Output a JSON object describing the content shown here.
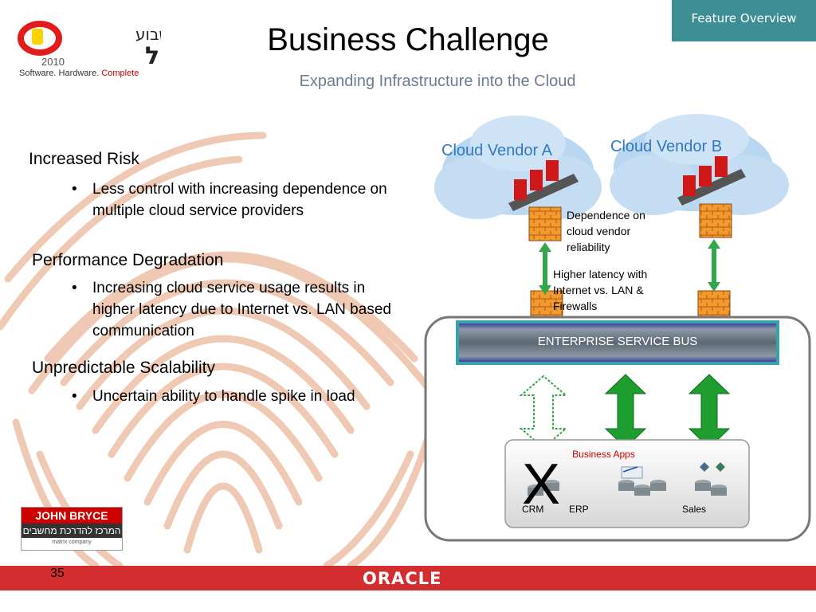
{
  "header": {
    "title": "Business Challenge",
    "subtitle": "Expanding Infrastructure into the Cloud",
    "badge": "Feature Overview",
    "logo": {
      "hebrew_top": "שבוע",
      "hebrew_brand": "אורקל",
      "year": "2010",
      "tagline": "Software. Hardware.",
      "tagline_accent": "Complete"
    }
  },
  "points": [
    {
      "heading": "Increased Risk",
      "bullet": "Less control with increasing dependence on multiple cloud service providers"
    },
    {
      "heading": "Performance Degradation",
      "bullet": "Increasing cloud service usage results in higher latency due to Internet vs. LAN based communication"
    },
    {
      "heading": "Unpredictable Scalability",
      "bullet": "Uncertain ability to handle spike in load"
    }
  ],
  "diagram": {
    "vendor_a": "Cloud Vendor A",
    "vendor_b": "Cloud Vendor B",
    "note_dependence": "Dependence on cloud vendor reliability",
    "note_latency": "Higher latency with Internet vs. LAN & Firewalls",
    "esb": "ENTERPRISE SERVICE BUS",
    "apps_title": "Business Apps",
    "apps": [
      "CRM",
      "ERP",
      "Sales"
    ],
    "x_mark": "X"
  },
  "footer": {
    "page": "35",
    "oracle": "ORACLE",
    "john_bryce": "JOHN BRYCE",
    "john_bryce_hebrew": "המרכז להדרכת מחשבים",
    "john_bryce_small": "matrix company"
  },
  "colors": {
    "accent_red": "#d32d2f",
    "badge_teal": "#3e8f95",
    "cloud_label_blue": "#2f78c4",
    "esb_blue": "#2b35a8"
  }
}
